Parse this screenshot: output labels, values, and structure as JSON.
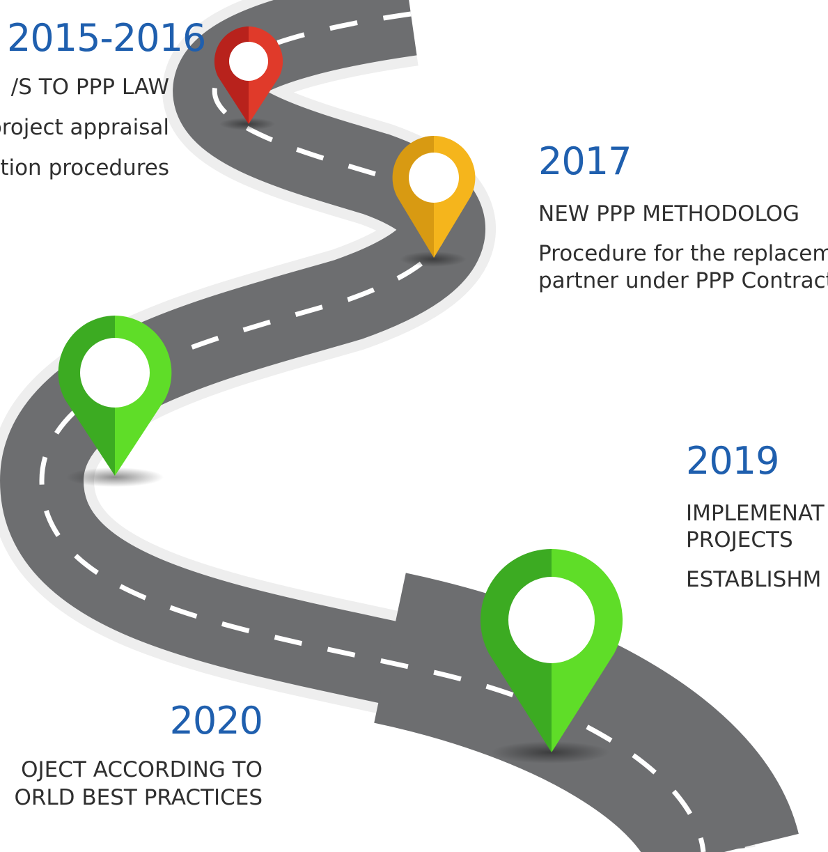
{
  "milestones": [
    {
      "year": "2015-2016",
      "lines": [
        "/S TO PPP LAW",
        "project appraisal",
        "tion procedures"
      ],
      "pin_color": "red",
      "pin_colors": [
        "#b8221c",
        "#e03a2a"
      ]
    },
    {
      "year": "2017",
      "lines": [
        "NEW PPP METHODOLOG",
        "Procedure for the replacem",
        "partner under PPP Contract"
      ],
      "pin_color": "yellow",
      "pin_colors": [
        "#d89a12",
        "#f5b51c"
      ]
    },
    {
      "year": "2019",
      "lines": [
        "IMPLEMENAT",
        "PROJECTS",
        "ESTABLISHM"
      ],
      "pin_color": "green",
      "pin_colors": [
        "#3cab22",
        "#5fdd28"
      ]
    },
    {
      "year": "2020",
      "lines": [
        "OJECT ACCORDING TO",
        "ORLD BEST PRACTICES"
      ],
      "pin_color": "green",
      "pin_colors": [
        "#3cab22",
        "#5fdd28"
      ]
    },
    {
      "year": "",
      "lines": [],
      "pin_color": "green",
      "pin_colors": [
        "#3cab22",
        "#5fdd28"
      ]
    }
  ],
  "colors": {
    "road": "#6d6e70",
    "road_edge": "#e9e9e9",
    "dash": "#ffffff",
    "year_text": "#1f5fae",
    "body_text": "#2f2f2f"
  },
  "icons": {
    "pin": "map-pin-icon"
  }
}
